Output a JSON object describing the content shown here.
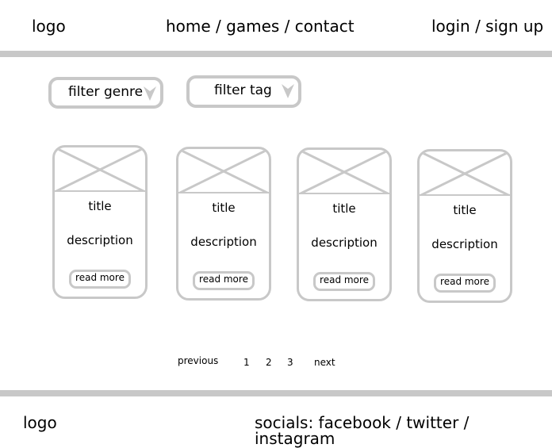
{
  "header": {
    "logo": "logo",
    "nav": "home / games / contact",
    "auth": "login / sign up"
  },
  "filters": {
    "genre_label": "filter genre",
    "tag_label": "filter tag"
  },
  "cards": [
    {
      "title": "title",
      "description": "description",
      "read_more": "read more"
    },
    {
      "title": "title",
      "description": "description",
      "read_more": "read more"
    },
    {
      "title": "title",
      "description": "description",
      "read_more": "read more"
    },
    {
      "title": "title",
      "description": "description",
      "read_more": "read more"
    }
  ],
  "pagination": {
    "previous": "previous",
    "pages": [
      "1",
      "2",
      "3"
    ],
    "next": "next"
  },
  "footer": {
    "logo": "logo",
    "socials": "socials: facebook / twitter / instagram"
  },
  "colors": {
    "rule": "#c8c8c8",
    "outline": "#c8c8c8",
    "background": "#ffffff",
    "text": "#000000"
  }
}
